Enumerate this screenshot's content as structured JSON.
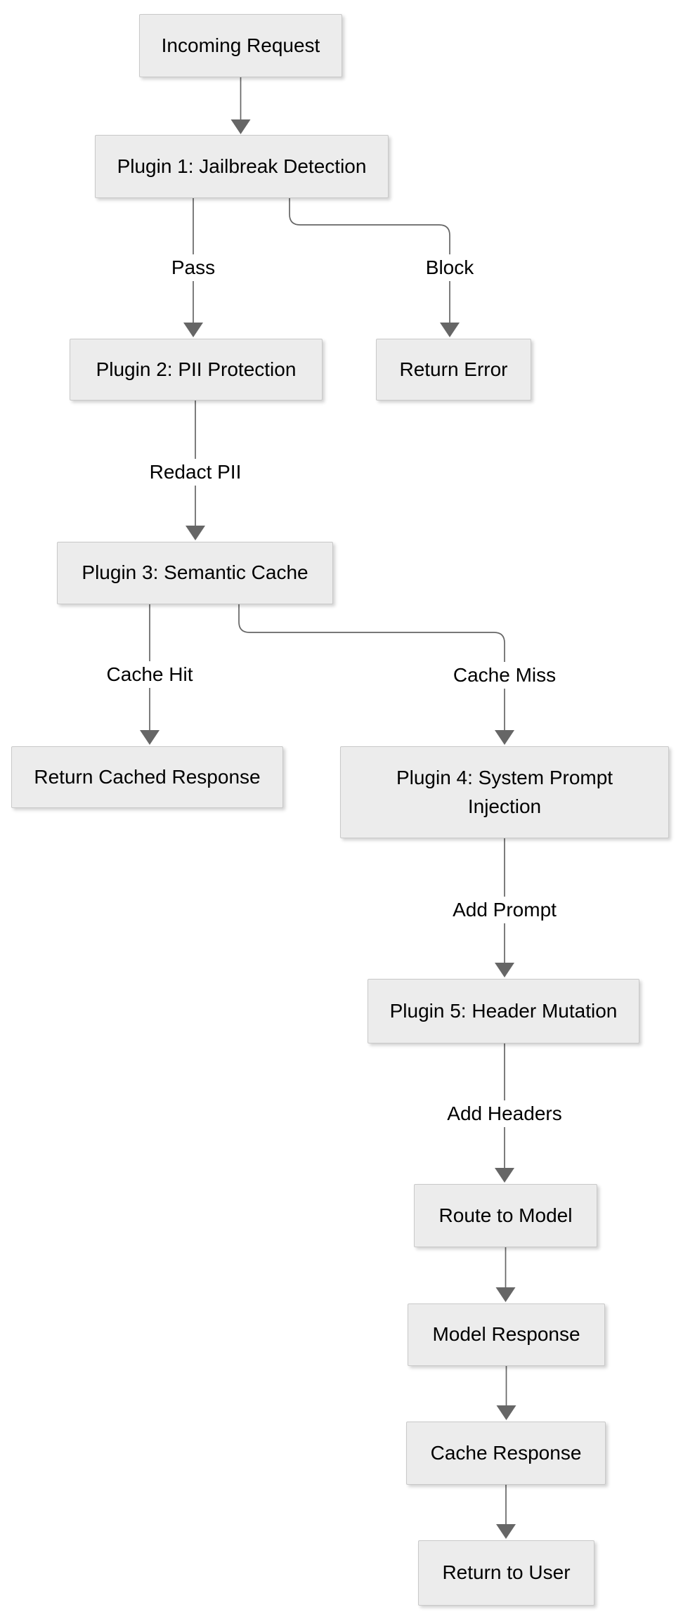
{
  "diagram": {
    "type": "flowchart",
    "direction": "top-down",
    "colors": {
      "background": "#ffffff",
      "node_fill": "#ececec",
      "node_border": "#c9c9c9",
      "edge": "#666666",
      "text": "#000000"
    },
    "nodes": {
      "incoming": {
        "label": "Incoming Request"
      },
      "plugin1": {
        "label": "Plugin 1: Jailbreak Detection"
      },
      "plugin2": {
        "label": "Plugin 2: PII Protection"
      },
      "return_error": {
        "label": "Return Error"
      },
      "plugin3": {
        "label": "Plugin 3: Semantic Cache"
      },
      "return_cached": {
        "label": "Return Cached Response"
      },
      "plugin4": {
        "label": "Plugin 4: System Prompt\nInjection"
      },
      "plugin5": {
        "label": "Plugin 5: Header Mutation"
      },
      "route_to_model": {
        "label": "Route to Model"
      },
      "model_response": {
        "label": "Model Response"
      },
      "cache_response": {
        "label": "Cache Response"
      },
      "return_to_user": {
        "label": "Return to User"
      }
    },
    "edges": [
      {
        "from": "incoming",
        "to": "plugin1",
        "label": ""
      },
      {
        "from": "plugin1",
        "to": "plugin2",
        "label": "Pass"
      },
      {
        "from": "plugin1",
        "to": "return_error",
        "label": "Block"
      },
      {
        "from": "plugin2",
        "to": "plugin3",
        "label": "Redact PII"
      },
      {
        "from": "plugin3",
        "to": "return_cached",
        "label": "Cache Hit"
      },
      {
        "from": "plugin3",
        "to": "plugin4",
        "label": "Cache Miss"
      },
      {
        "from": "plugin4",
        "to": "plugin5",
        "label": "Add Prompt"
      },
      {
        "from": "plugin5",
        "to": "route_to_model",
        "label": "Add Headers"
      },
      {
        "from": "route_to_model",
        "to": "model_response",
        "label": ""
      },
      {
        "from": "model_response",
        "to": "cache_response",
        "label": ""
      },
      {
        "from": "cache_response",
        "to": "return_to_user",
        "label": ""
      }
    ]
  }
}
